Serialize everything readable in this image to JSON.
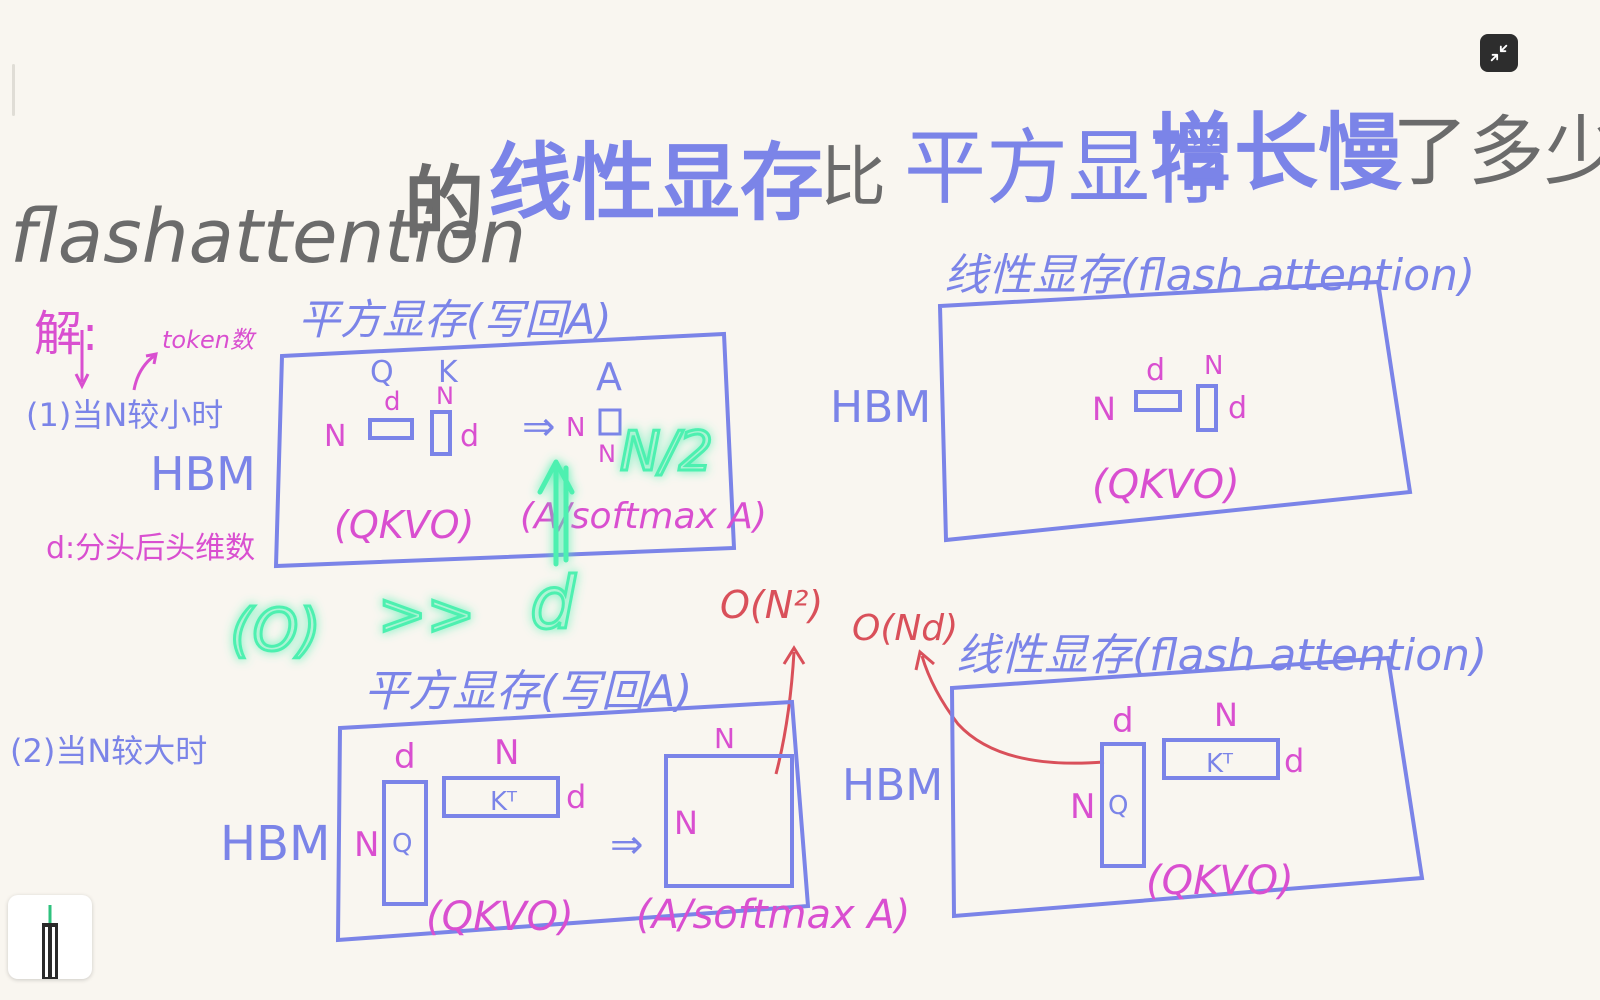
{
  "title": {
    "part1": "flashattention",
    "part2": "的",
    "part3": "线性显存",
    "part4": "比",
    "part5": "平方显存",
    "part6": "增长慢",
    "part7": "了多少?"
  },
  "solution": {
    "label": "解:",
    "token_note": "token数",
    "case1": "(1)当N较小时",
    "case2": "(2)当N较大时",
    "d_note": "d:分头后头维数"
  },
  "labels": {
    "hbm": "HBM",
    "square_memory": "平方显存(写回A)",
    "linear_memory": "线性显存(flash attention)",
    "Q": "Q",
    "K": "K",
    "KT": "Kᵀ",
    "A": "A",
    "N": "N",
    "d": "d",
    "qkvo": "(QKVO)",
    "a_softmax": "(A/softmax A)",
    "o_n2": "O(N²)",
    "o_nd": "O(Nd)",
    "arrow": "⇒",
    "n_over_2": "N/2",
    "o_ineq": "(O)",
    "gg": ">>",
    "alpha": "d"
  },
  "colors": {
    "blue": "#7b84e8",
    "pink": "#d94fd0",
    "red": "#d9505a",
    "gray": "#6b6b6b",
    "green": "#4ef0b0"
  },
  "icons": {
    "exit": "exit-fullscreen-icon",
    "pen": "pen-tool-icon"
  }
}
